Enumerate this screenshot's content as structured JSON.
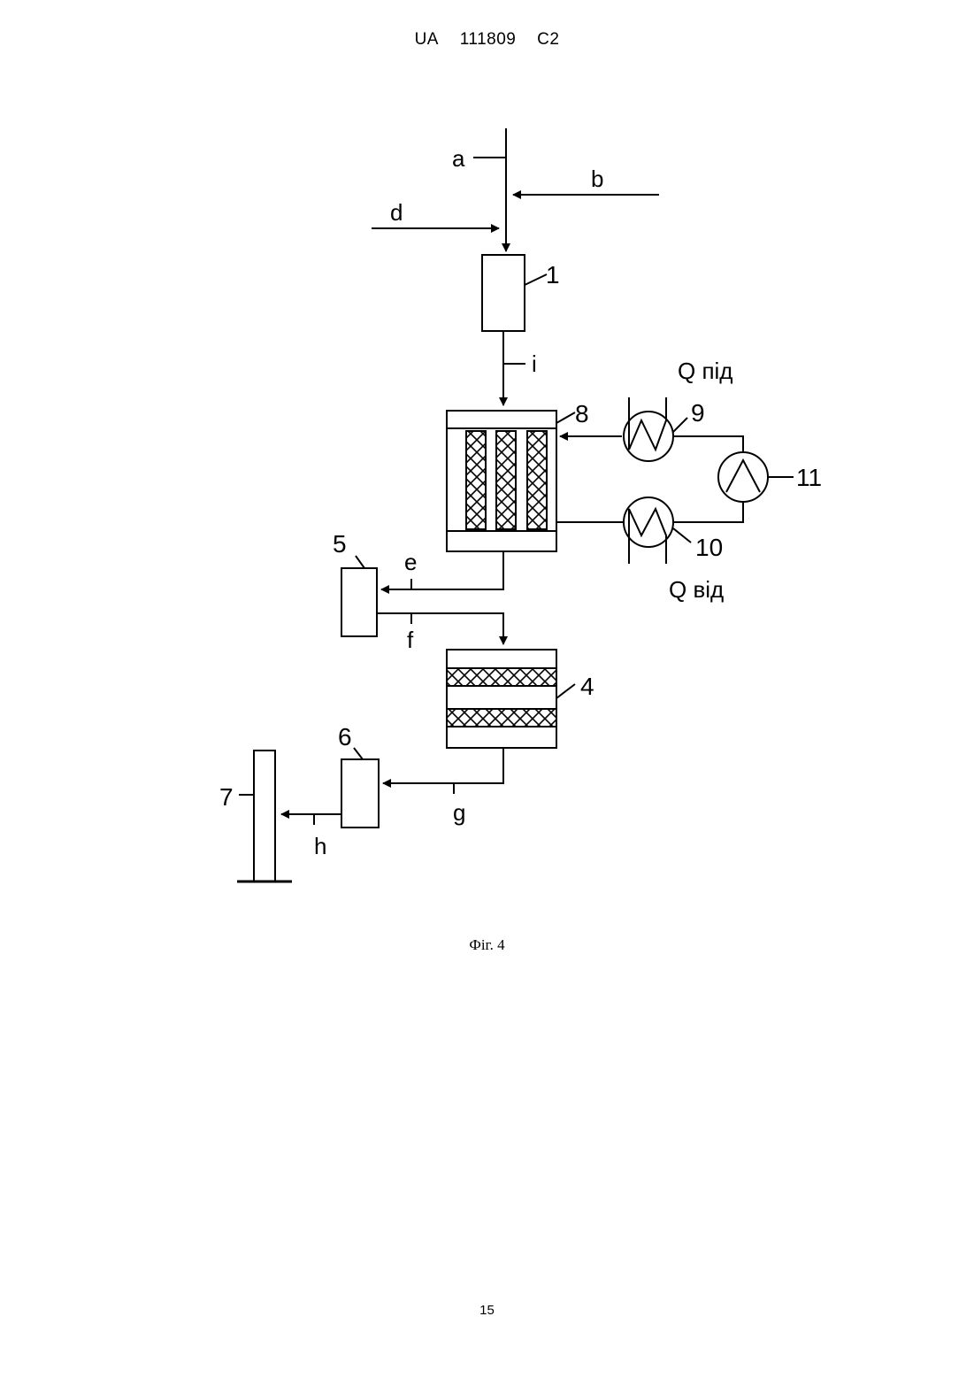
{
  "header": {
    "office": "UA",
    "number": "111809",
    "kind": "C2"
  },
  "diagram": {
    "stream_labels": {
      "a": "a",
      "b": "b",
      "d": "d",
      "i": "i",
      "e": "e",
      "f": "f",
      "g": "g",
      "h": "h"
    },
    "unit_labels": {
      "u1": "1",
      "u4": "4",
      "u5": "5",
      "u6": "6",
      "u7": "7",
      "u8": "8",
      "u9": "9",
      "u10": "10",
      "u11": "11"
    },
    "heat_labels": {
      "q_in": "Q під",
      "q_out": "Q від"
    }
  },
  "caption": "Фіг. 4",
  "page_number": "15"
}
